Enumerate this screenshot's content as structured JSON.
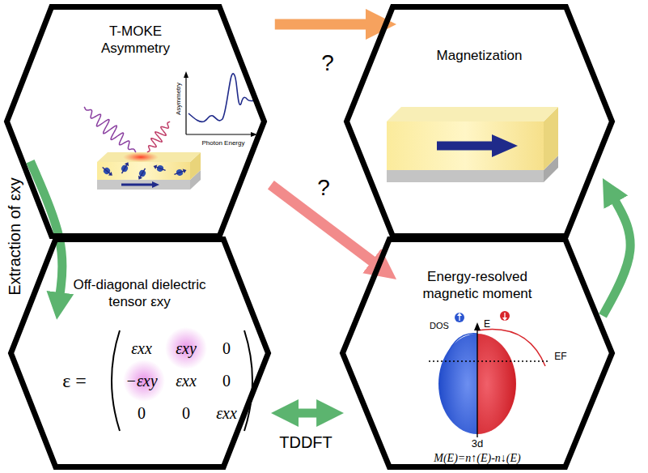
{
  "diagram": {
    "nodes": [
      {
        "text": [
          "T-MOKE Asymmetry"
        ]
      },
      {
        "text": [
          "Magnetization"
        ]
      },
      {
        "text": [
          "Off-diagonal dielectric tensor εxy"
        ]
      },
      {
        "text": [
          "Energy-resolved magnetic moment"
        ]
      }
    ],
    "edges": [
      {
        "from": 0,
        "to": 1,
        "arrow": "to",
        "label": "?"
      },
      {
        "from": 0,
        "to": 3,
        "arrow": "to",
        "label": "?"
      },
      {
        "from": 0,
        "to": 2,
        "arrow": "to",
        "label": "Extraction of εxy"
      },
      {
        "from": 2,
        "to": 3,
        "arrow": "both",
        "label": "TDDFT"
      },
      {
        "from": 3,
        "to": 1,
        "arrow": "to"
      }
    ],
    "labels": [
      "Asymmetry",
      "Photon Energy",
      "ε =",
      "εxx",
      "εxy",
      "0",
      "−εxy",
      "εxx",
      "0",
      "0",
      "0",
      "εxx",
      "E",
      "DOS",
      "EF",
      "3d",
      "M(E)=n↑(E)-n↓(E)"
    ]
  }
}
